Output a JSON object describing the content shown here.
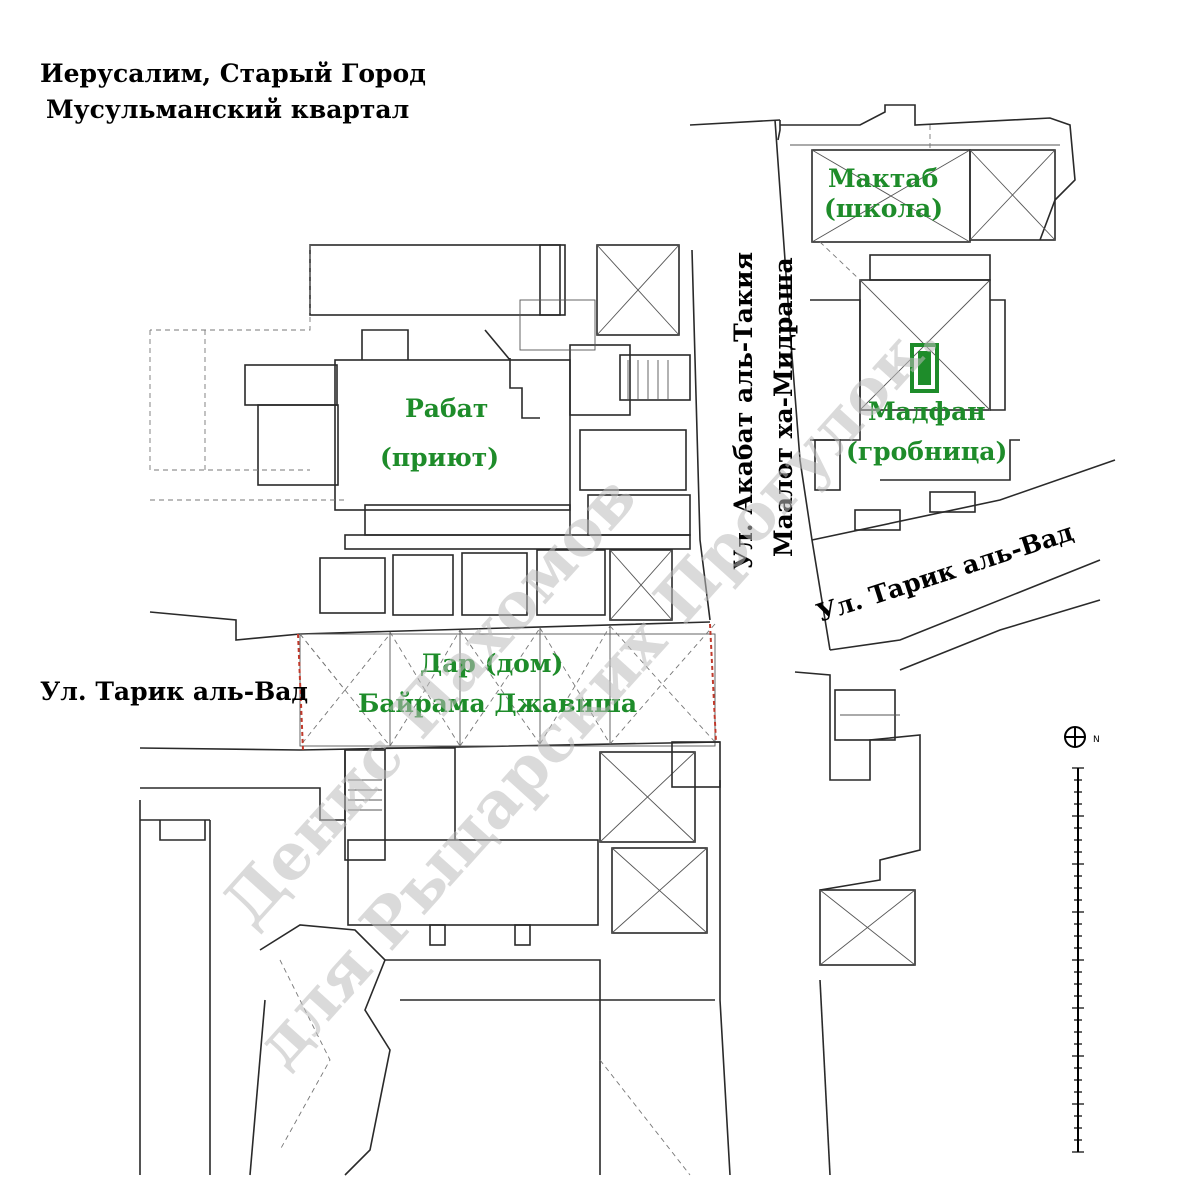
{
  "title": {
    "line1": "Иерусалим, Старый Город",
    "line2": "Мусульманский квартал"
  },
  "streets": {
    "tariq_left": "Ул.  Тарик аль-Вад",
    "tariq_right": "Ул. Тарик аль-Вад",
    "aqabat": "Ул. Акабат аль-Такия",
    "maalot": "Маалот ха-Мидраша"
  },
  "buildings": {
    "rabat_name": "Рабат",
    "rabat_sub": "(приют)",
    "maktab_name": "Мактаб",
    "maktab_sub": "(школа)",
    "madfan_name": "Мадфан",
    "madfan_sub": "(гробница)",
    "dar_name": "Дар (дом)",
    "dar_sub": "Байрама Джавиша"
  },
  "watermark": {
    "line1": "Денис Пахомов",
    "line2": "для Рыцарских Прогулок."
  },
  "north_label": "N",
  "colors": {
    "label_green": "#1e8c2a",
    "boundary_red": "#c0392b",
    "tomb_green": "#1e8c2a"
  }
}
